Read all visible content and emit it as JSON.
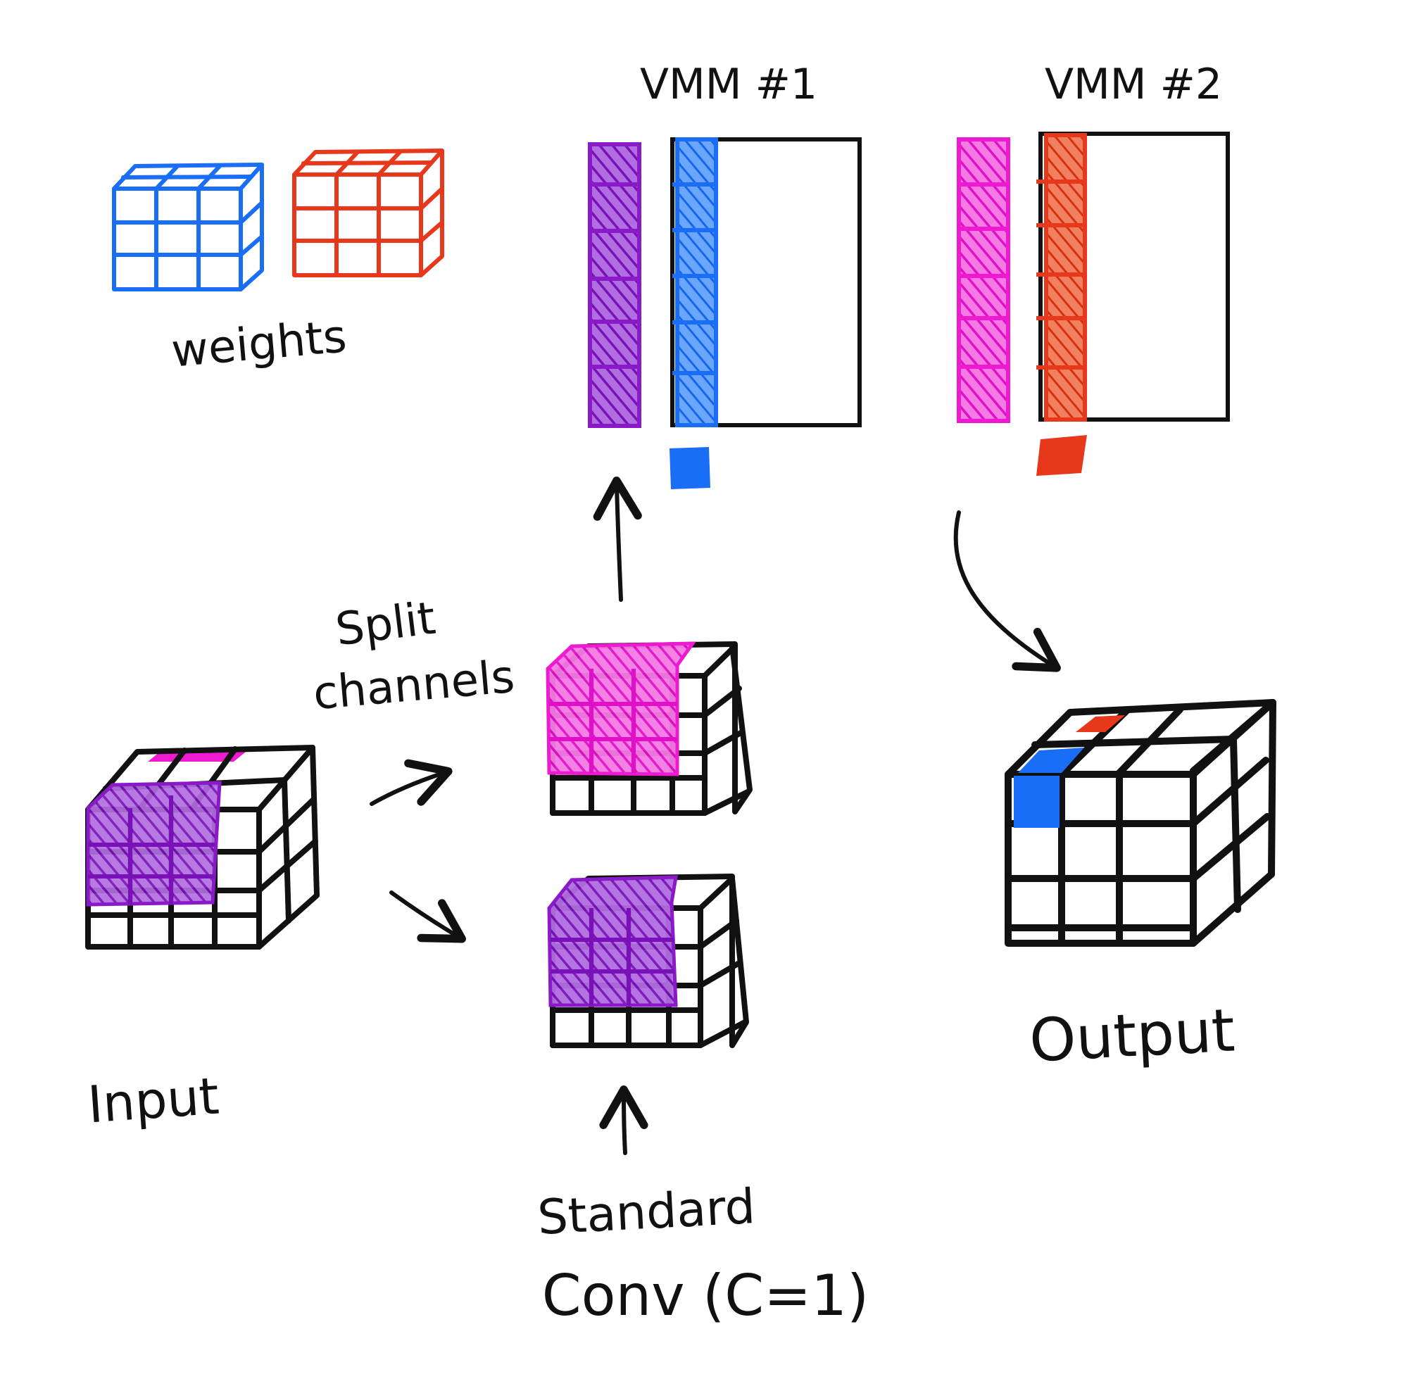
{
  "labels": {
    "vmm1": "VMM #1",
    "vmm2": "VMM #2",
    "weights": "weights",
    "split_channels_1": "Split",
    "split_channels_2": "channels",
    "input": "Input",
    "output": "Output",
    "standard_conv_1": "Standard",
    "standard_conv_2": "Conv (C=1)"
  },
  "colors": {
    "ink": "#111111",
    "blue": "#1a6ef5",
    "red": "#e8381c",
    "purple": "#8a1ac8",
    "magenta": "#ee1ad0"
  },
  "icons": {
    "arrow": "hand-drawn-arrow",
    "hatch": "diagonal-hatching"
  }
}
